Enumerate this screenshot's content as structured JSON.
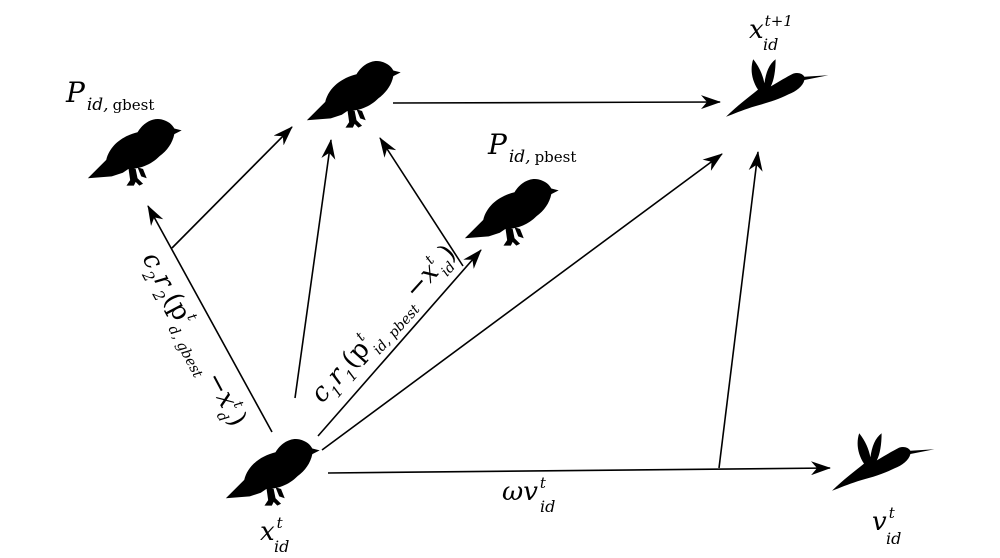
{
  "labels": {
    "p_gbest": {
      "main": "P",
      "sub": "id,",
      "sub2": "gbest"
    },
    "p_pbest": {
      "main": "P",
      "sub": "id,",
      "sub2": "pbest"
    },
    "x_next": {
      "main": "x",
      "sup": "t+1",
      "sub": "id"
    },
    "x_current": {
      "main": "x",
      "sup": "t",
      "sub": "id"
    },
    "v_current": {
      "main": "v",
      "sup": "t",
      "sub": "id"
    },
    "inertia": {
      "main": "ωv",
      "sup": "t",
      "sub": "id"
    },
    "social": {
      "text": "c",
      "s1": "2",
      "r": "r",
      "s2": "2",
      "rest": "(p",
      "sup": "t",
      "sub": "d, gbest",
      "tail": "−x",
      "sup2": "t",
      "sub2": "d",
      "close": ")"
    },
    "cognitive": {
      "text": "c",
      "s1": "1",
      "r": "r",
      "s2": "1",
      "rest": "(p",
      "sup": "t",
      "sub": "id, pbest",
      "tail": "−x",
      "sup2": "t",
      "sub2": "id",
      "close": ")"
    }
  },
  "icons": {
    "sparrow": "sparrow-icon",
    "hummingbird": "hummingbird-icon"
  }
}
